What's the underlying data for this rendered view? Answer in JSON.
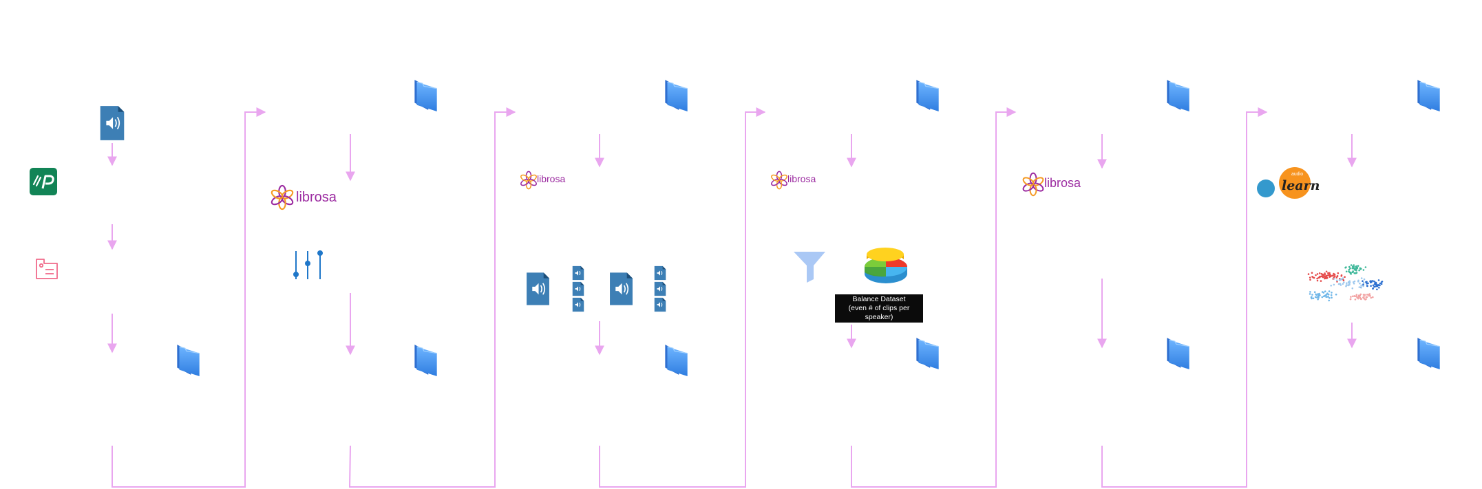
{
  "colors": {
    "connector": "#e9a6ef",
    "folder": "#3d8ff0",
    "audio_file": "#3d7fb5",
    "librosa": "#9b2aa0",
    "tag": "#f06a8a",
    "funnel": "#aac8f5",
    "sklearn_orange": "#f7931e",
    "sklearn_blue": "#3499cd",
    "app_badge": "#128456"
  },
  "icons": {
    "folders": [
      "folder-icon"
    ],
    "audio": "audio-file-icon",
    "stacked_audio": "stacked-audio-files-icon",
    "app": "app-badge-icon",
    "tag": "tag-icon",
    "sliders": "sliders-icon",
    "funnel": "funnel-icon",
    "pie": "3d-pie-chart-icon",
    "scatter": "cluster-scatter-icon",
    "librosa": "librosa-logo",
    "sklearn": "scikit-learn-logo"
  },
  "logos": {
    "librosa_text": "librosa",
    "sklearn_small": "audio",
    "sklearn_text": "learn"
  },
  "labels": {
    "balance_line1": "Balance Dataset",
    "balance_line2": "(even # of clips per speaker)"
  }
}
